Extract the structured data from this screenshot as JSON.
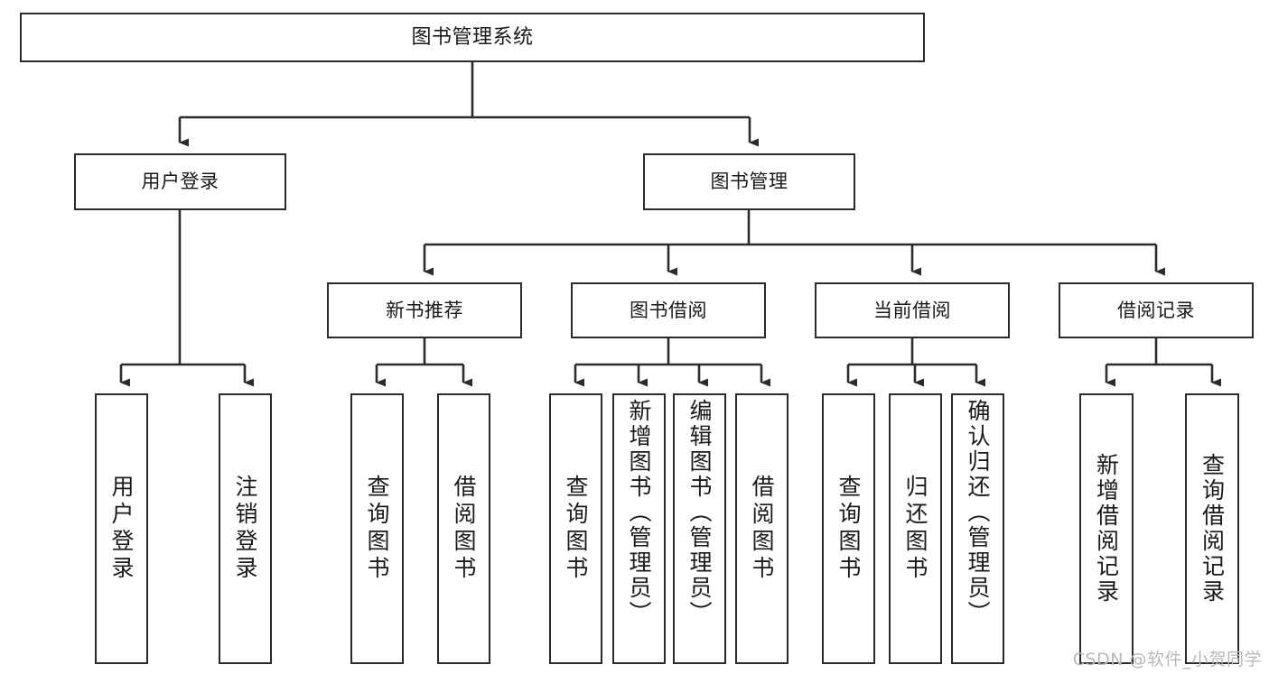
{
  "diagram": {
    "title": "图书管理系统",
    "type": "hierarchy-tree",
    "watermark": "CSDN @软件_小贺同学",
    "colors": {
      "stroke": "#2b2b2b",
      "fill": "#ffffff",
      "text": "#1a1a1a",
      "watermark": "#b9b9b9"
    },
    "levels": {
      "root": "图书管理系统",
      "level2": [
        "用户登录",
        "图书管理"
      ],
      "level3": [
        "新书推荐",
        "图书借阅",
        "当前借阅",
        "借阅记录"
      ]
    },
    "nodes": {
      "root": {
        "label": "图书管理系统"
      },
      "user_login": {
        "label": "用户登录"
      },
      "book_manage": {
        "label": "图书管理"
      },
      "new_book_rec": {
        "label": "新书推荐"
      },
      "book_borrow": {
        "label": "图书借阅"
      },
      "current_borrow": {
        "label": "当前借阅"
      },
      "borrow_record": {
        "label": "借阅记录"
      },
      "leaf_1": {
        "label": "用户登录"
      },
      "leaf_2": {
        "label": "注销登录"
      },
      "leaf_3": {
        "label": "查询图书"
      },
      "leaf_4": {
        "label": "借阅图书"
      },
      "leaf_5": {
        "label": "查询图书"
      },
      "leaf_6": {
        "label": "新增图书（管理员）"
      },
      "leaf_7": {
        "label": "编辑图书（管理员）"
      },
      "leaf_8": {
        "label": "借阅图书"
      },
      "leaf_9": {
        "label": "查询图书"
      },
      "leaf_10": {
        "label": "归还图书"
      },
      "leaf_11": {
        "label": "确认归还（管理员）"
      },
      "leaf_12": {
        "label": "新增借阅记录"
      },
      "leaf_13": {
        "label": "查询借阅记录"
      }
    },
    "edges": [
      {
        "from": "root",
        "to": "user_login"
      },
      {
        "from": "root",
        "to": "book_manage"
      },
      {
        "from": "user_login",
        "to": "leaf_1"
      },
      {
        "from": "user_login",
        "to": "leaf_2"
      },
      {
        "from": "book_manage",
        "to": "new_book_rec"
      },
      {
        "from": "book_manage",
        "to": "book_borrow"
      },
      {
        "from": "book_manage",
        "to": "current_borrow"
      },
      {
        "from": "book_manage",
        "to": "borrow_record"
      },
      {
        "from": "new_book_rec",
        "to": "leaf_3"
      },
      {
        "from": "new_book_rec",
        "to": "leaf_4"
      },
      {
        "from": "book_borrow",
        "to": "leaf_5"
      },
      {
        "from": "book_borrow",
        "to": "leaf_6"
      },
      {
        "from": "book_borrow",
        "to": "leaf_7"
      },
      {
        "from": "book_borrow",
        "to": "leaf_8"
      },
      {
        "from": "current_borrow",
        "to": "leaf_9"
      },
      {
        "from": "current_borrow",
        "to": "leaf_10"
      },
      {
        "from": "current_borrow",
        "to": "leaf_11"
      },
      {
        "from": "borrow_record",
        "to": "leaf_12"
      },
      {
        "from": "borrow_record",
        "to": "leaf_13"
      }
    ]
  }
}
